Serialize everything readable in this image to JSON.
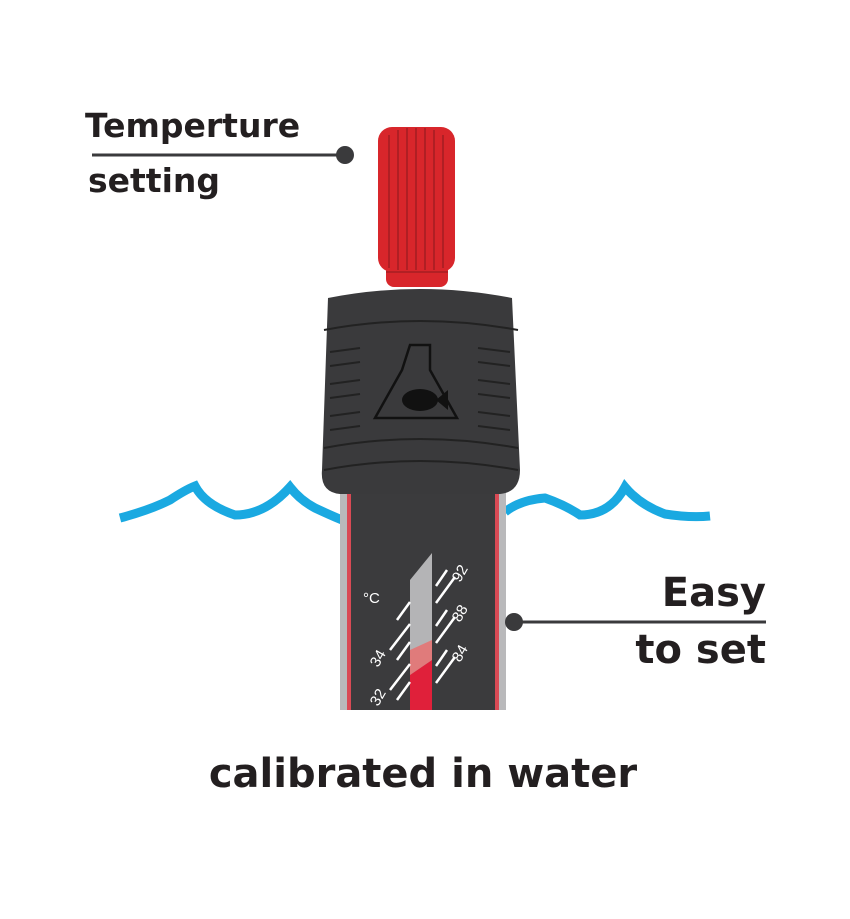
{
  "labels": {
    "temperature_setting_line1": "Temperture",
    "temperature_setting_line2": "setting",
    "easy_line1": "Easy",
    "easy_line2": "to set",
    "caption": "calibrated in water"
  },
  "thermometer": {
    "unit": "°C",
    "left_scale": [
      "34",
      "32"
    ],
    "right_scale": [
      "92",
      "88",
      "84"
    ]
  },
  "colors": {
    "knob": "#d8262b",
    "body": "#3a3a3c",
    "water": "#1aa9e1",
    "text": "#231f20",
    "indicator": "#e0203a"
  }
}
